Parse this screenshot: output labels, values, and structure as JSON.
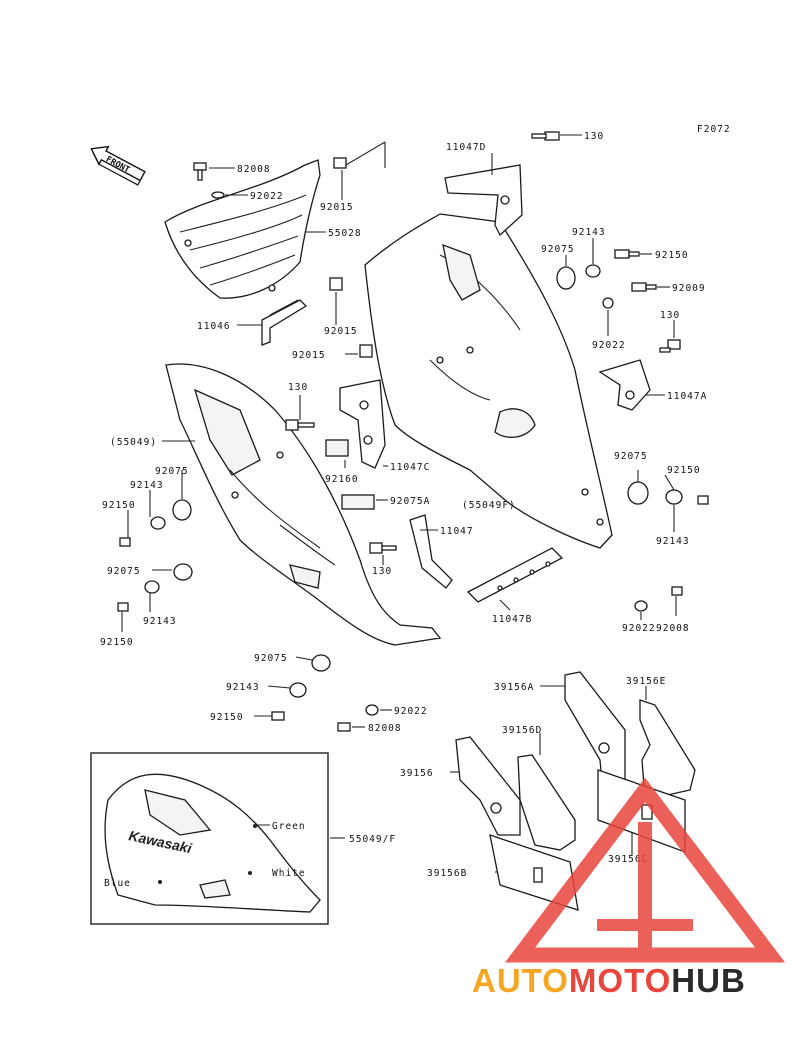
{
  "figure_code": "F2072",
  "front_label": "FRONT",
  "labels": [
    {
      "key": "82008_top",
      "text": "82008"
    },
    {
      "key": "92022_top",
      "text": "92022"
    },
    {
      "key": "92015_a",
      "text": "92015"
    },
    {
      "key": "55028",
      "text": "55028"
    },
    {
      "key": "11046",
      "text": "11046"
    },
    {
      "key": "92015_b",
      "text": "92015"
    },
    {
      "key": "92015_c",
      "text": "92015"
    },
    {
      "key": "11047D",
      "text": "11047D"
    },
    {
      "key": "130_top",
      "text": "130"
    },
    {
      "key": "92075_r",
      "text": "92075"
    },
    {
      "key": "92143_r",
      "text": "92143"
    },
    {
      "key": "92150_r",
      "text": "92150"
    },
    {
      "key": "92009",
      "text": "92009"
    },
    {
      "key": "130_r",
      "text": "130"
    },
    {
      "key": "92022_r",
      "text": "92022"
    },
    {
      "key": "11047A",
      "text": "11047A"
    },
    {
      "key": "130_mid",
      "text": "130"
    },
    {
      "key": "55049_paren",
      "text": "(55049)"
    },
    {
      "key": "11047C",
      "text": "11047C"
    },
    {
      "key": "92160",
      "text": "92160"
    },
    {
      "key": "92075_l",
      "text": "92075"
    },
    {
      "key": "92143_l",
      "text": "92143"
    },
    {
      "key": "92150_l",
      "text": "92150"
    },
    {
      "key": "92075A",
      "text": "92075A"
    },
    {
      "key": "55049F_paren",
      "text": "(55049F)"
    },
    {
      "key": "92075_r2",
      "text": "92075"
    },
    {
      "key": "92150_r2",
      "text": "92150"
    },
    {
      "key": "92143_r2",
      "text": "92143"
    },
    {
      "key": "11047",
      "text": "11047"
    },
    {
      "key": "130_low",
      "text": "130"
    },
    {
      "key": "92075_l2",
      "text": "92075"
    },
    {
      "key": "92143_l2",
      "text": "92143"
    },
    {
      "key": "92150_l2",
      "text": "92150"
    },
    {
      "key": "11047B",
      "text": "11047B"
    },
    {
      "key": "92022_low",
      "text": "92022"
    },
    {
      "key": "92008_low",
      "text": "92008"
    },
    {
      "key": "92075_b",
      "text": "92075"
    },
    {
      "key": "92143_b",
      "text": "92143"
    },
    {
      "key": "92150_b",
      "text": "92150"
    },
    {
      "key": "92022_b",
      "text": "92022"
    },
    {
      "key": "82008_b",
      "text": "82008"
    },
    {
      "key": "39156A",
      "text": "39156A"
    },
    {
      "key": "39156E",
      "text": "39156E"
    },
    {
      "key": "39156D",
      "text": "39156D"
    },
    {
      "key": "39156",
      "text": "39156"
    },
    {
      "key": "39156C",
      "text": "39156C"
    },
    {
      "key": "39156B",
      "text": "39156B"
    },
    {
      "key": "55049F_inset",
      "text": "55049/F"
    }
  ],
  "inset": {
    "brand": "Kawasaki",
    "color_green": "Green",
    "color_white": "White",
    "color_blue": "Blue"
  },
  "watermark": {
    "part1": "AUTO",
    "part2": "MOTO",
    "part3": "HUB",
    "color_orange": "#f5a623",
    "color_red": "#e8453c",
    "color_dark": "#2b2b2b"
  }
}
